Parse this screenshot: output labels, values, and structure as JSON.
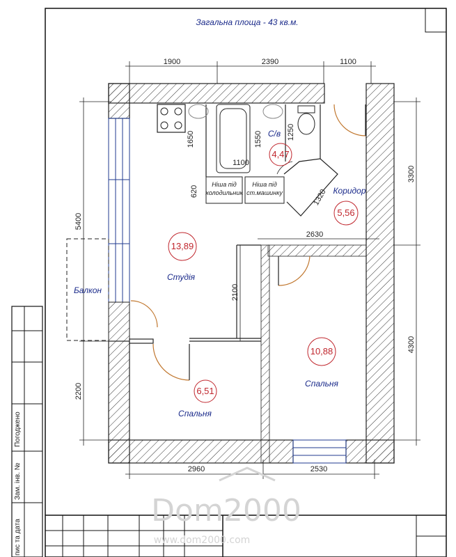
{
  "title": "Загальна площа - 43 кв.м.",
  "dimensions": {
    "top_1": "1900",
    "top_2": "2390",
    "top_3": "1100",
    "left_top": "5400",
    "left_bottom": "2200",
    "right_top": "3300",
    "right_bottom": "4300",
    "bottom_1": "2960",
    "bottom_2": "2530",
    "inner_2630": "2630",
    "inner_2100": "2100",
    "inner_1650": "1650",
    "inner_1550": "1550",
    "inner_1250": "1250",
    "inner_1100": "1100",
    "inner_620": "620",
    "inner_1320": "1320"
  },
  "rooms": {
    "bathroom": {
      "name": "С/в",
      "area": "4,47"
    },
    "corridor": {
      "name": "Коридор",
      "area": "5,56"
    },
    "studio": {
      "name": "Студія",
      "area": "13,89"
    },
    "bedroom_small": {
      "name": "Спальня",
      "area": "6,51"
    },
    "bedroom_large": {
      "name": "Спальня",
      "area": "10,88"
    },
    "balcony": {
      "name": "Балкон"
    }
  },
  "niches": {
    "fridge_line1": "Ніша під",
    "fridge_line2": "холодильник",
    "washer_line1": "Ніша під",
    "washer_line2": "ст.машинку"
  },
  "stamp": {
    "agreed": "Погоджено",
    "inv_no": "Зам. інв. №",
    "sign_date": "пис та дата"
  },
  "watermark": {
    "logo": "Dom2000",
    "url": "www.dom2000.com"
  }
}
